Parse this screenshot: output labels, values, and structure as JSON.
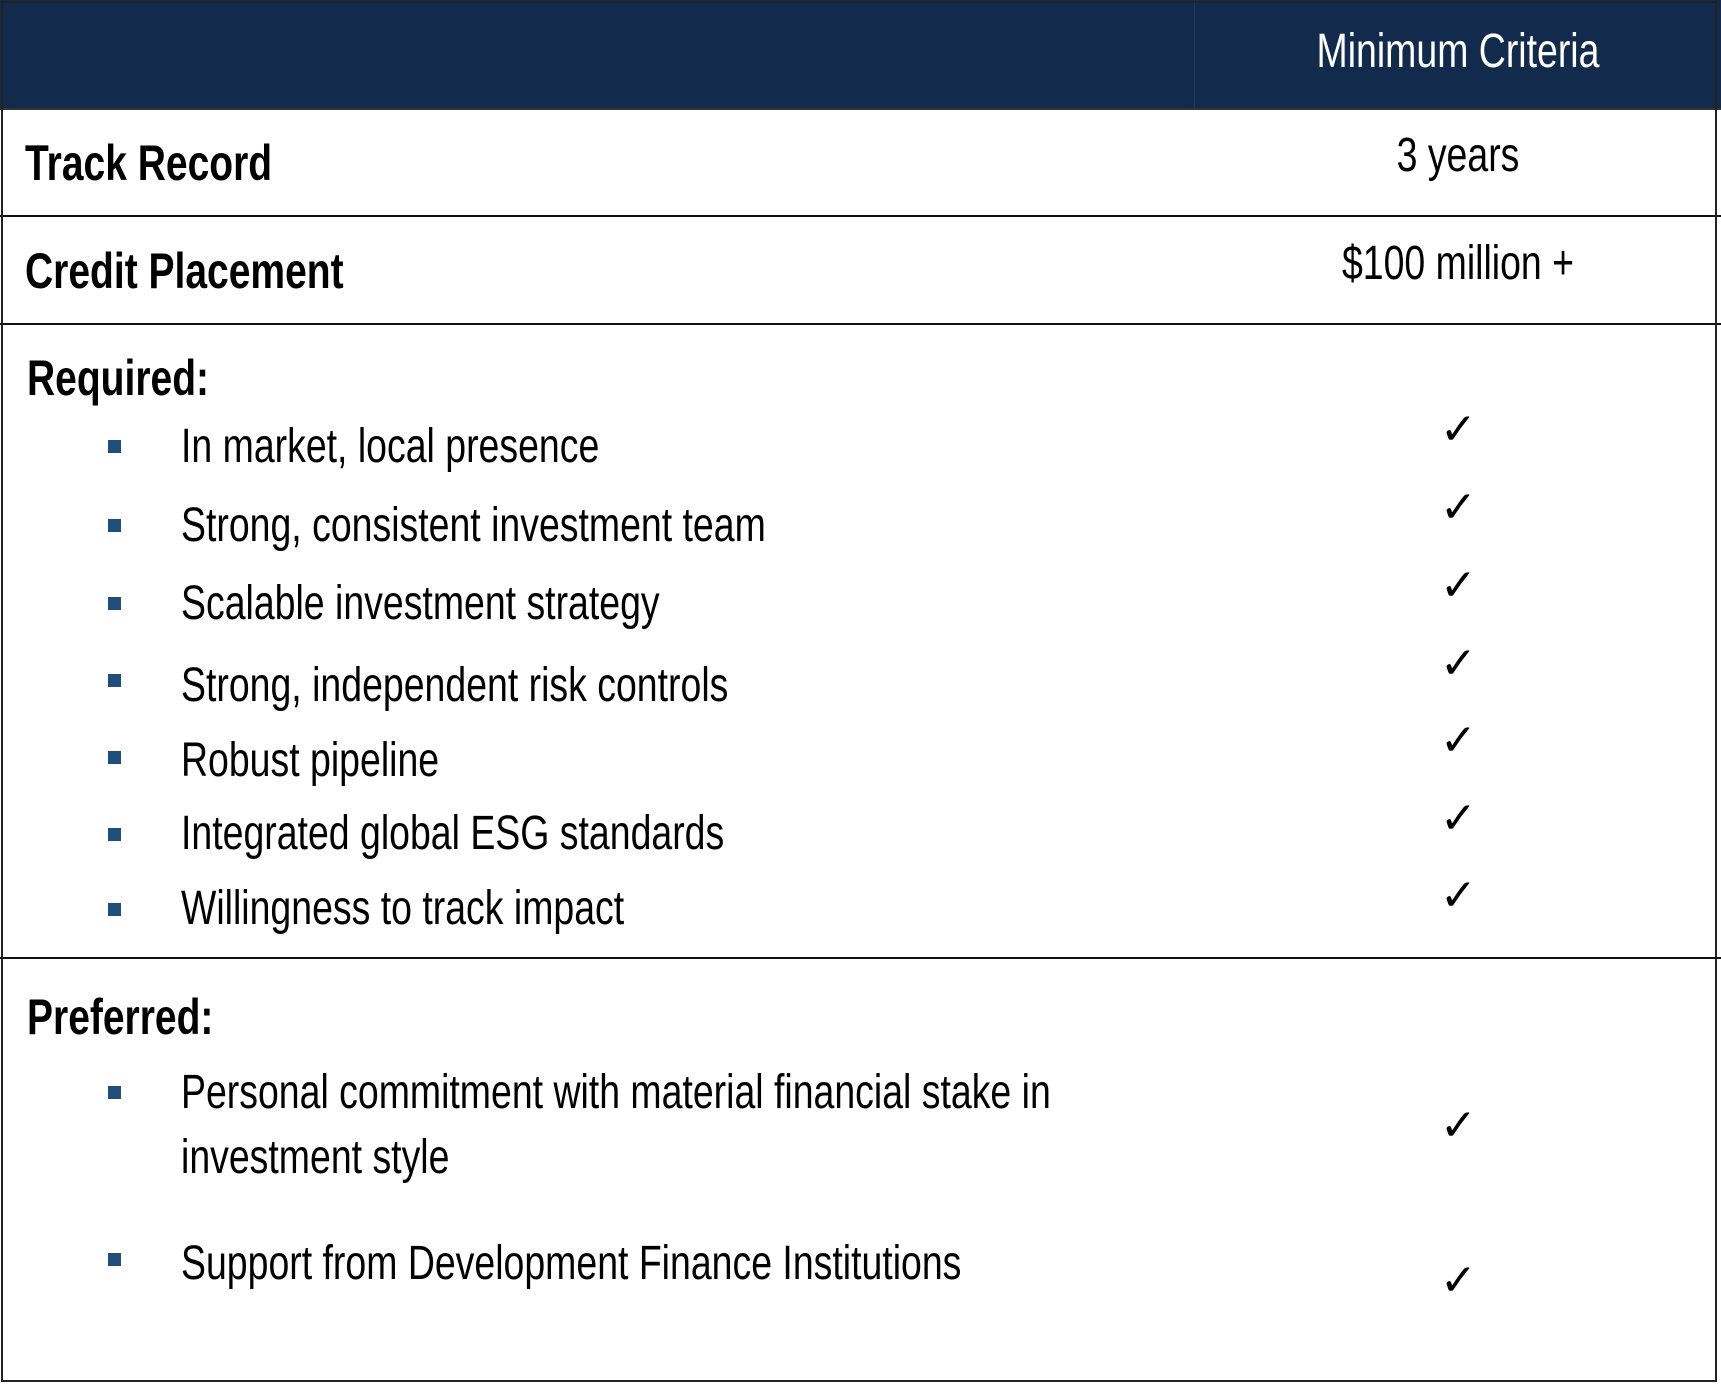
{
  "header": {
    "column_title": "Minimum Criteria"
  },
  "rows": [
    {
      "label": "Track Record",
      "value": "3 years"
    },
    {
      "label": "Credit Placement",
      "value": "$100 million +"
    }
  ],
  "required": {
    "label": "Required:",
    "items": [
      "In market, local presence",
      "Strong, consistent investment team",
      "Scalable investment strategy",
      "Strong, independent risk controls",
      "Robust pipeline",
      "Integrated global ESG standards",
      "Willingness to track impact"
    ]
  },
  "preferred": {
    "label": "Preferred:",
    "items": [
      {
        "line1": "Personal commitment with material financial stake in",
        "line2": "investment style"
      },
      {
        "line1": "Support from Development Finance Institutions"
      }
    ]
  },
  "check_mark": "✓",
  "colors": {
    "header_bg": "#122a4b",
    "bullet": "#1f4e7d"
  }
}
